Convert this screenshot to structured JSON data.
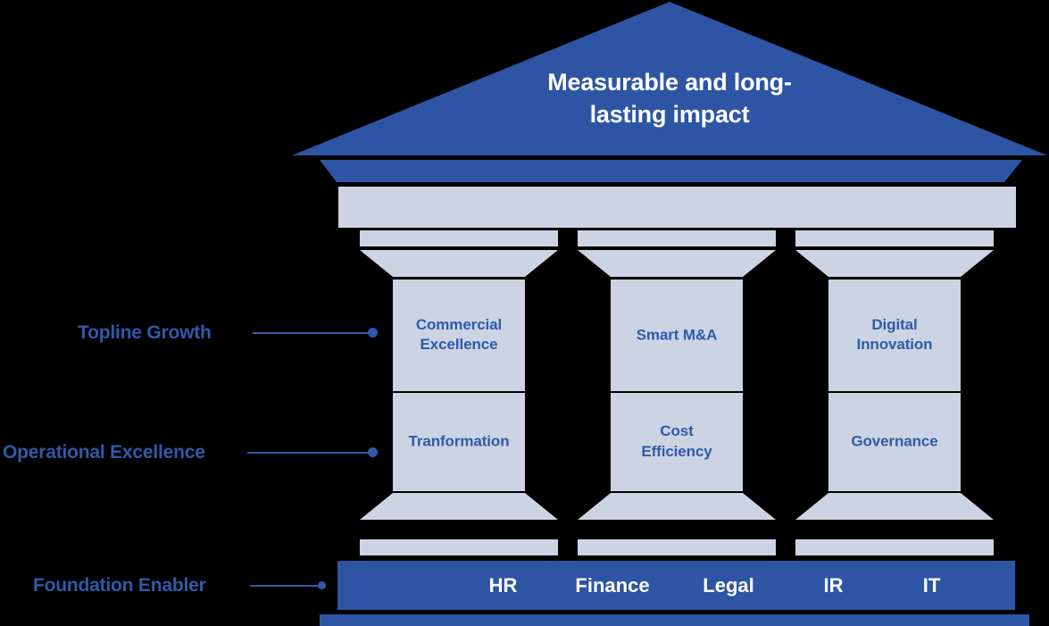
{
  "diagram": {
    "roof": {
      "title": "Measurable and long-lasting impact",
      "title_line_1": "Measurable and long-",
      "title_line_2": "lasting impact",
      "color": "#2d55a3"
    },
    "colors": {
      "blue": "#2d55a3",
      "light_blue_grey": "#ccd3e3",
      "text_blue": "#2f5aa8",
      "white": "#ffffff",
      "background": "#000000"
    },
    "side_labels": [
      {
        "id": "topline-growth",
        "label": "Topline Growth"
      },
      {
        "id": "operational-excellence",
        "label": "Operational Excellence"
      },
      {
        "id": "foundation-enabler",
        "label": "Foundation Enabler"
      }
    ],
    "columns": [
      {
        "id": "column-1",
        "upper": "Commercial Excellence",
        "upper_line_1": "Commercial",
        "upper_line_2": "Excellence",
        "lower": "Tranformation",
        "lower_line_1": "Tranformation",
        "lower_line_2": ""
      },
      {
        "id": "column-2",
        "upper": "Smart M&A",
        "upper_line_1": "Smart M&A",
        "upper_line_2": "",
        "lower": "Cost Efficiency",
        "lower_line_1": "Cost",
        "lower_line_2": "Efficiency"
      },
      {
        "id": "column-3",
        "upper": "Digital Innovation",
        "upper_line_1": "Digital",
        "upper_line_2": "Innovation",
        "lower": "Governance",
        "lower_line_1": "Governance",
        "lower_line_2": ""
      }
    ],
    "foundation": {
      "items": [
        "HR",
        "Finance",
        "Legal",
        "IR",
        "IT"
      ]
    }
  }
}
